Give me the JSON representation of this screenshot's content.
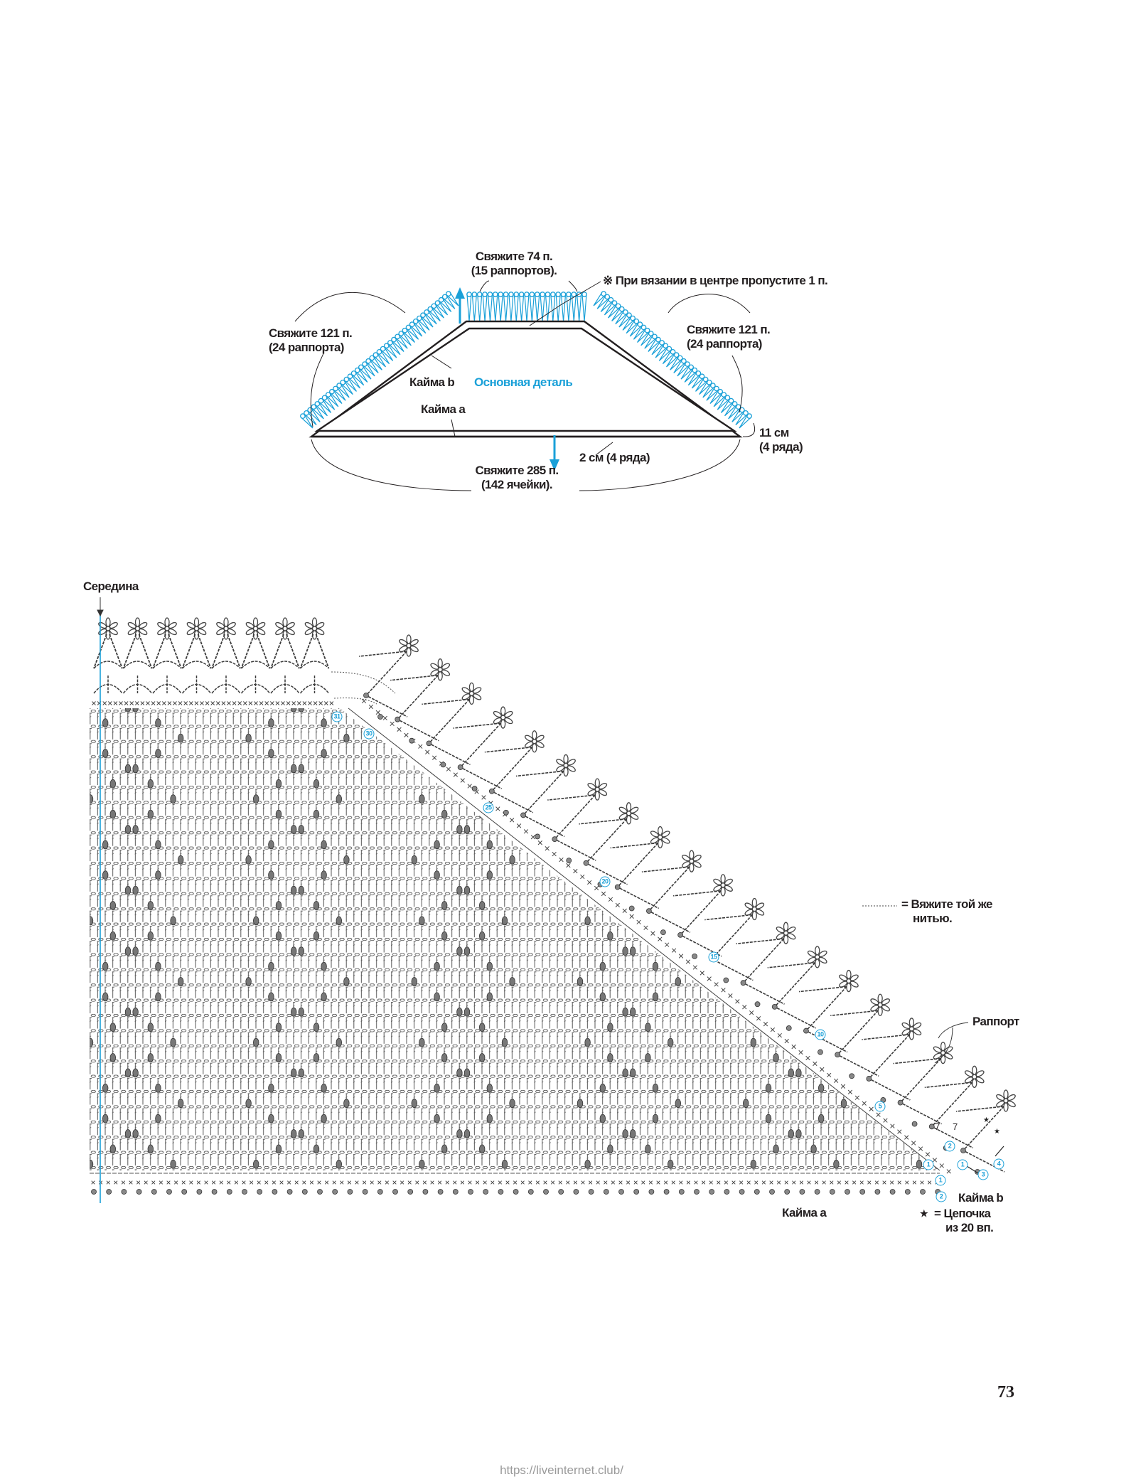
{
  "schematic": {
    "top_count_line1": "Свяжите 74 п.",
    "top_count_line2": "(15 раппортов).",
    "center_note": "※ При вязании в центре пропустите 1 п.",
    "left_count_line1": "Свяжите 121 п.",
    "left_count_line2": "(24 раппорта)",
    "right_count_line1": "Свяжите 121 п.",
    "right_count_line2": "(24 раппорта)",
    "border_b": "Кайма b",
    "main_piece": "Основная деталь",
    "border_a": "Кайма a",
    "height_line1": "11 см",
    "height_line2": "(4 ряда)",
    "border_a_size": "2 см (4 ряда)",
    "bottom_count_line1": "Свяжите 285 п.",
    "bottom_count_line2": "(142 ячейки)."
  },
  "chart": {
    "center_label": "Середина",
    "legend_same_yarn_line1": "= Вяжите той же",
    "legend_same_yarn_line2": "нитью.",
    "repeat_label": "Раппорт",
    "border_b_label": "Кайма b",
    "border_a_label": "Кайма a",
    "legend_chain_line1": "= Цепочка",
    "legend_chain_line2": "из 20 вп.",
    "star_symbol": "★",
    "edge_count": "7",
    "row_markers": [
      "31",
      "30",
      "25",
      "20",
      "15",
      "10",
      "5",
      "1"
    ],
    "border_a_rows": [
      "1",
      "2"
    ],
    "border_b_rows": [
      "1",
      "2",
      "3",
      "4"
    ]
  },
  "colors": {
    "accent": "#1aa0d8",
    "ink": "#3a3a3a"
  },
  "page_number": "73",
  "footer_url": "https://liveinternet.club/"
}
